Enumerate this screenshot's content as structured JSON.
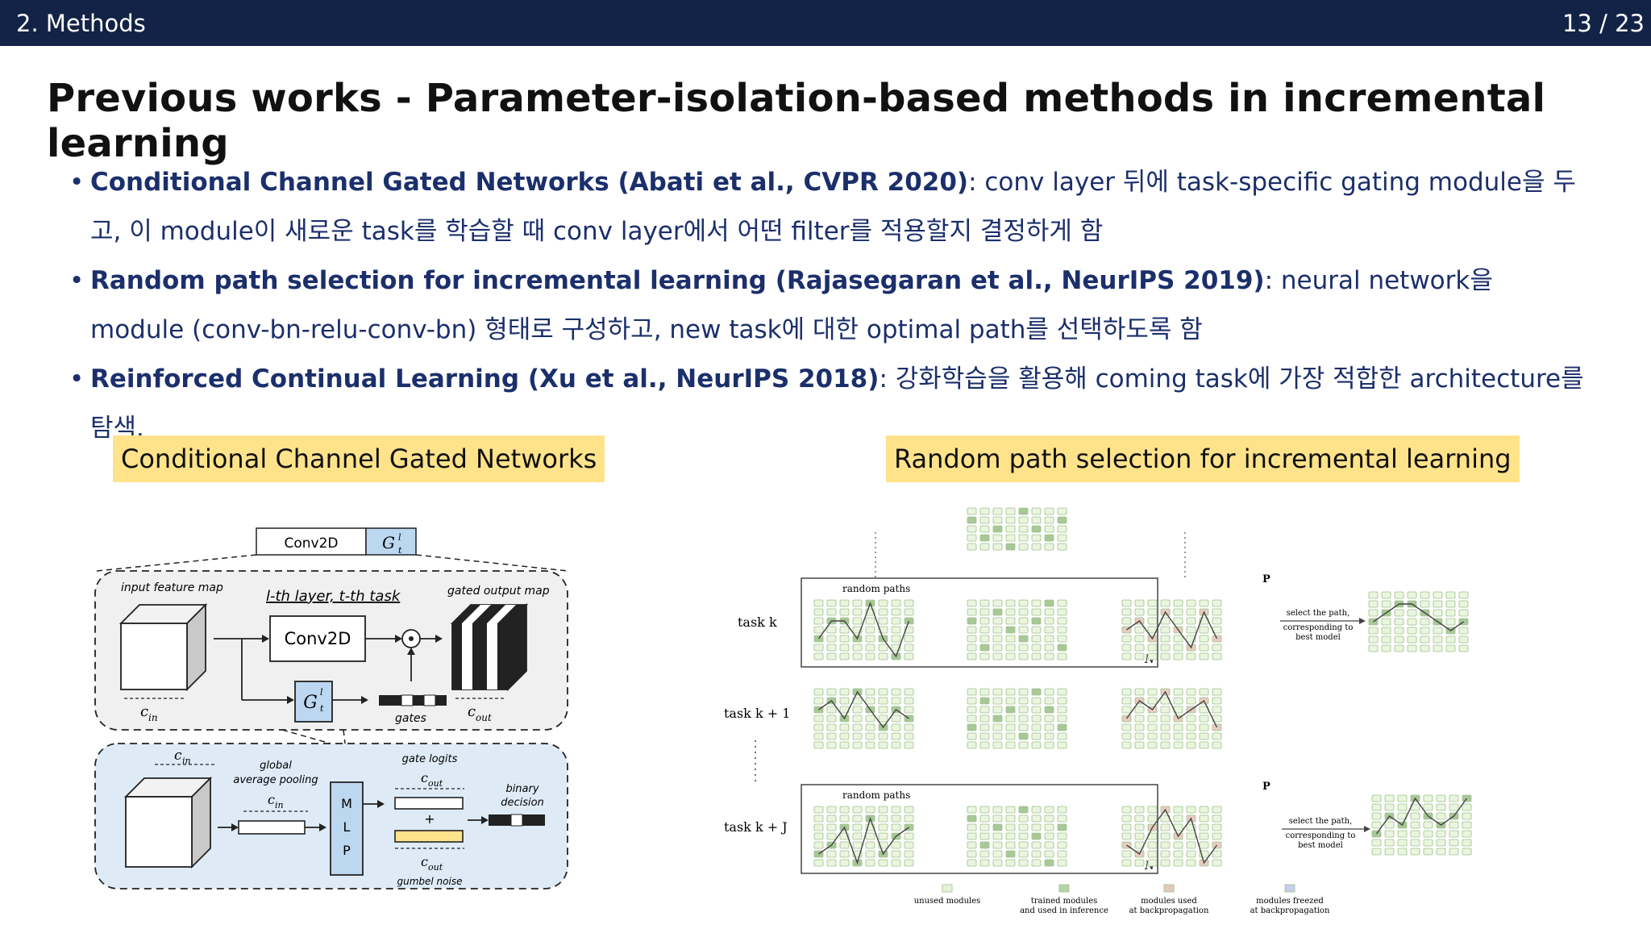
{
  "header": {
    "section": "2. Methods",
    "page": "13 / 23"
  },
  "title": "Previous works - Parameter-isolation-based methods in incremental learning",
  "bullets": [
    {
      "bold": "Conditional Channel Gated Networks (Abati et al., CVPR 2020)",
      "text": ": conv layer 뒤에 task-specific gating module을 두고, 이 module이 새로운 task를 학습할 때 conv layer에서 어떤 filter를 적용할지 결정하게 함"
    },
    {
      "bold": "Random path selection for incremental learning (Rajasegaran et al., NeurIPS 2019)",
      "text": ": neural network을 module (conv-bn-relu-conv-bn) 형태로 구성하고, new task에 대한 optimal path를 선택하도록 함"
    },
    {
      "bold": "Reinforced Continual Learning (Xu et al., NeurIPS 2018)",
      "text": ": 강화학습을 활용해 coming task에 가장 적합한 architecture를 탐색."
    }
  ],
  "left_figure": {
    "label": "Conditional Channel Gated Networks",
    "conv2d_top": "Conv2D",
    "gate_top": "G",
    "input_feature_map": "input feature map",
    "layer_task": "l-th layer, t-th task",
    "gated_output_map": "gated output map",
    "conv2d_mid": "Conv2D",
    "gate_mid": "G",
    "c_in": "c",
    "gates": "gates",
    "c_out": "c",
    "global_avg_pool": [
      "global",
      "average pooling"
    ],
    "mlp": [
      "M",
      "L",
      "P"
    ],
    "gate_logits": "gate logits",
    "binary_decision": [
      "binary",
      "decision"
    ],
    "plus": "+",
    "gumbel_noise": "gumbel noise",
    "sub_in": "in",
    "sub_out": "out",
    "sup_l": "l",
    "sub_t": "t"
  },
  "right_figure": {
    "label": "Random path selection for incremental learning",
    "task_k": "task k",
    "task_k1": "task k + 1",
    "task_kJ": "task k + J",
    "random_paths": "random paths",
    "select_text": [
      "select the path,",
      "corresponding to",
      "best model"
    ],
    "N": "N",
    "P_k": "P",
    "legend": [
      {
        "text": [
          "unused modules"
        ],
        "color": "#e6f2da"
      },
      {
        "text": [
          "trained modules",
          "and used in inference"
        ],
        "color": "#b9d3a8"
      },
      {
        "text": [
          "modules used",
          "at backpropagation"
        ],
        "color": "#e4c8bb"
      },
      {
        "text": [
          "modules freezed",
          "at backpropagation"
        ],
        "color": "#c8cdef"
      }
    ],
    "colors": {
      "unused": "#eaf5df",
      "unused_stroke": "#9cc18a",
      "trained": "#a8c898",
      "used": "#e7cdbf",
      "frozen": "#cbd0f2"
    }
  },
  "colors": {
    "topbar": "#132347",
    "bullet_text": "#1b2f6b",
    "label_bg": "#ffe38a",
    "gate_blue": "#bcd7f0",
    "panel_blue": "#deebf7"
  }
}
